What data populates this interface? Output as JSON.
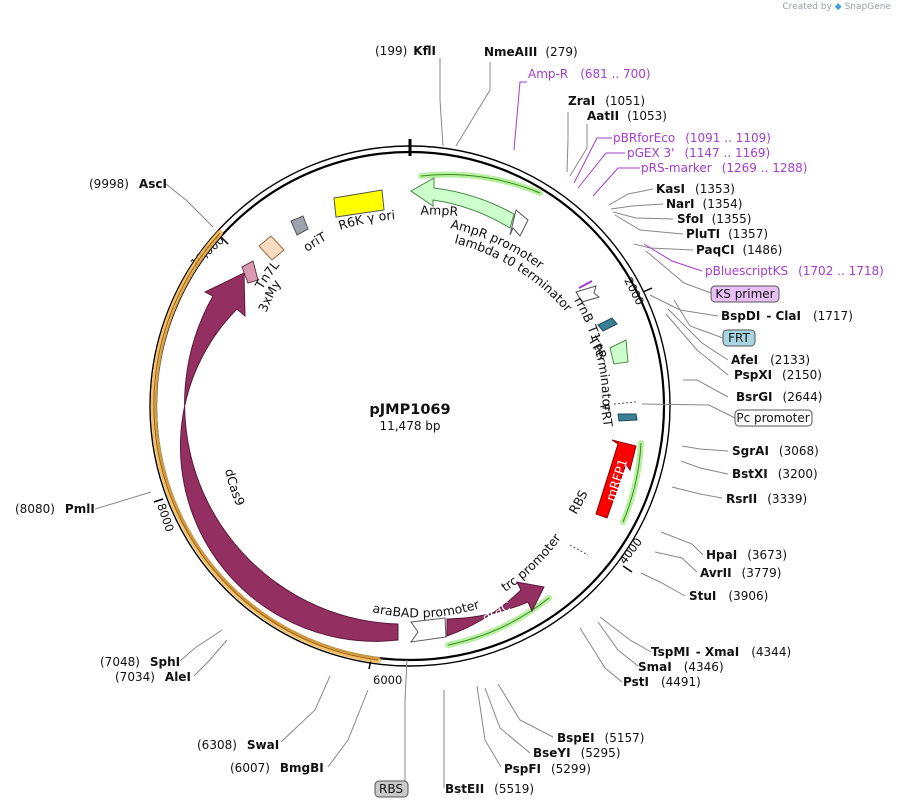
{
  "credit": {
    "prefix": "Created by",
    "brand": "SnapGene"
  },
  "plasmid": {
    "name": "pJMP1069",
    "size": "11,478 bp"
  },
  "ticks": [
    "2000",
    "4000",
    "6000",
    "8000",
    "10,000"
  ],
  "enzymes": [
    {
      "name": "KflI",
      "pos": "(199)"
    },
    {
      "name": "NmeAIII",
      "pos": "(279)"
    },
    {
      "name": "ZraI",
      "pos": "(1051)"
    },
    {
      "name": "AatII",
      "pos": "(1053)"
    },
    {
      "name": "KasI",
      "pos": "(1353)"
    },
    {
      "name": "NarI",
      "pos": "(1354)"
    },
    {
      "name": "SfoI",
      "pos": "(1355)"
    },
    {
      "name": "PluTI",
      "pos": "(1357)"
    },
    {
      "name": "PaqCI",
      "pos": "(1486)"
    },
    {
      "name": "BspDI",
      "name2": "ClaI",
      "pos": "(1717)"
    },
    {
      "name": "AfeI",
      "pos": "(2133)"
    },
    {
      "name": "PspXI",
      "pos": "(2150)"
    },
    {
      "name": "BsrGI",
      "pos": "(2644)"
    },
    {
      "name": "SgrAI",
      "pos": "(3068)"
    },
    {
      "name": "BstXI",
      "pos": "(3200)"
    },
    {
      "name": "RsrII",
      "pos": "(3339)"
    },
    {
      "name": "HpaI",
      "pos": "(3673)"
    },
    {
      "name": "AvrII",
      "pos": "(3779)"
    },
    {
      "name": "StuI",
      "pos": "(3906)"
    },
    {
      "name": "TspMI",
      "name2": "XmaI",
      "pos": "(4344)"
    },
    {
      "name": "SmaI",
      "pos": "(4346)"
    },
    {
      "name": "PstI",
      "pos": "(4491)"
    },
    {
      "name": "BspEI",
      "pos": "(5157)"
    },
    {
      "name": "BseYI",
      "pos": "(5295)"
    },
    {
      "name": "PspFI",
      "pos": "(5299)"
    },
    {
      "name": "BstEII",
      "pos": "(5519)"
    },
    {
      "name": "BmgBI",
      "pos": "(6007)"
    },
    {
      "name": "SwaI",
      "pos": "(6308)"
    },
    {
      "name": "AleI",
      "pos": "(7034)"
    },
    {
      "name": "SphI",
      "pos": "(7048)"
    },
    {
      "name": "PmlI",
      "pos": "(8080)"
    },
    {
      "name": "AscI",
      "pos": "(9998)"
    }
  ],
  "primers": [
    {
      "name": "Amp-R",
      "pos": "(681 .. 700)"
    },
    {
      "name": "pBRforEco",
      "pos": "(1091 .. 1109)"
    },
    {
      "name": "pGEX 3'",
      "pos": "(1147 .. 1169)"
    },
    {
      "name": "pRS-marker",
      "pos": "(1269 .. 1288)"
    },
    {
      "name": "pBluescriptKS",
      "pos": "(1702 .. 1718)"
    }
  ],
  "boxed_labels": [
    "KS primer",
    "FRT",
    "Pc promoter",
    "RBS"
  ],
  "features": {
    "ampr": "AmpR",
    "ampr_promoter": "AmpR promoter",
    "lambda_t0": "lambda t0 terminator",
    "r6k": "R6K γ ori",
    "orit": "oriT",
    "tn7l": "Tn7L",
    "myc": "3xMyc",
    "tpr": "TPR",
    "rrnb": "rrnB T1 terminator",
    "frt": "FRT",
    "mrfp1": "mRFP1",
    "rbs": "RBS",
    "trc": "trc promoter",
    "arac": "araC",
    "arabad": "araBAD promoter",
    "dcas9": "dCas9"
  },
  "colors": {
    "dcas9": "#942f61",
    "arac": "#942f61",
    "mrfp1": "#ff0000",
    "ampr": "#ccffcc",
    "r6k": "#ffff00",
    "orit": "#9ea3ad",
    "tn7l": "#fbdcc0",
    "myc": "#d99ab1",
    "frt": "#3a7f96",
    "primer": "#a43ccd",
    "orf_band": "#f3c46f"
  }
}
